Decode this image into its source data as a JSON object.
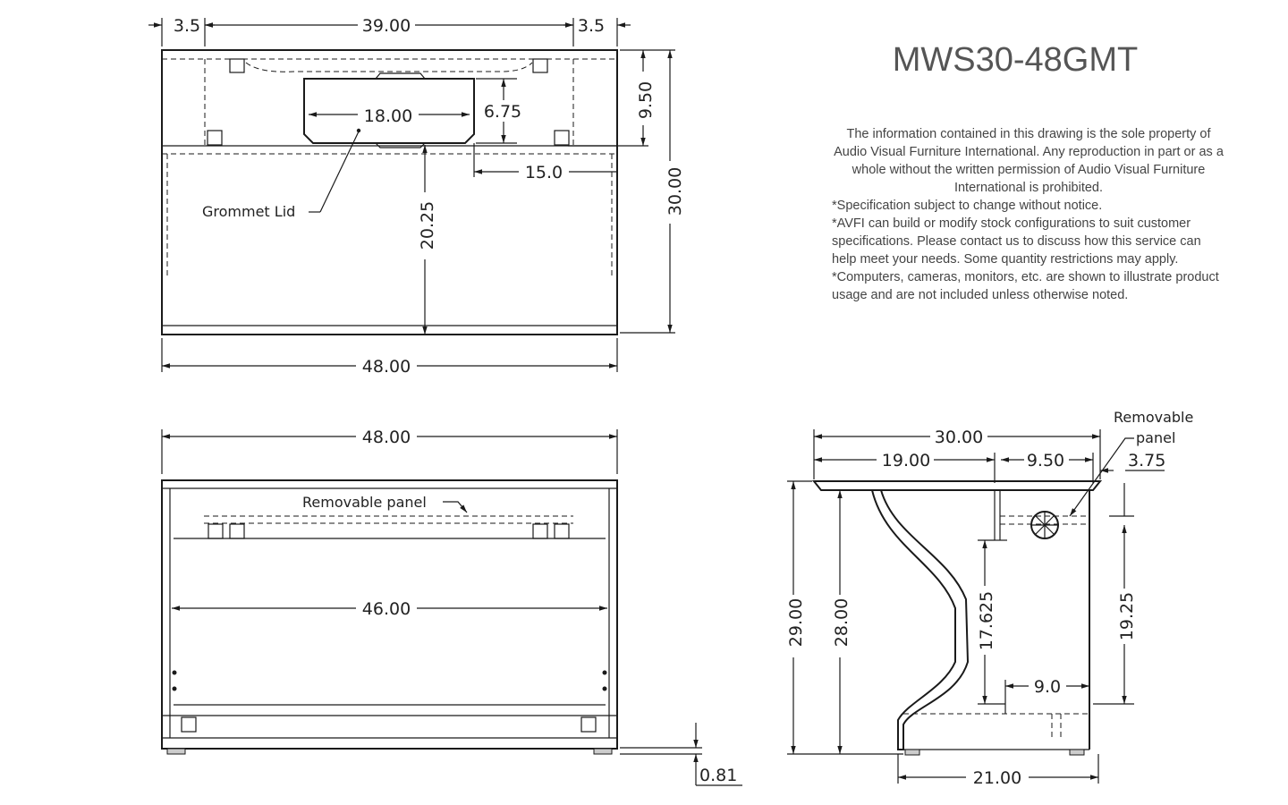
{
  "title": "MWS30-48GMT",
  "notes": {
    "property_notice": "The information contained in this drawing is the sole property of Audio Visual Furniture International. Any reproduction in part or as a whole without the written permission of Audio Visual Furniture International is prohibited.",
    "lines": [
      "*Specification subject to change without notice.",
      "*AVFI can build or modify stock configurations to suit customer specifications. Please contact us to discuss how this service can help meet your needs. Some quantity restrictions may apply.",
      "*Computers, cameras, monitors, etc. are shown to illustrate product usage and are not included unless otherwise noted."
    ]
  },
  "top_view": {
    "dims": {
      "left_margin": "3.5",
      "inner_width": "39.00",
      "right_margin": "3.5",
      "depth_to_shelf": "9.50",
      "total_depth": "30.00",
      "grommet_width": "18.00",
      "grommet_depth": "6.75",
      "grommet_offset": "15.0",
      "grommet_from_front": "20.25",
      "total_width": "48.00"
    },
    "callouts": {
      "grommet_lid": "Grommet Lid"
    }
  },
  "front_view": {
    "dims": {
      "total_width": "48.00",
      "inner_width": "46.00",
      "leveler": "0.81"
    },
    "callouts": {
      "removable_panel": "Removable panel"
    }
  },
  "side_view": {
    "dims": {
      "total_depth": "30.00",
      "front_to_leg": "19.00",
      "rear_section": "9.50",
      "rear_offset": "3.75",
      "total_height": "29.00",
      "work_height": "28.00",
      "knee_height": "17.625",
      "rear_height": "19.25",
      "foot_depth": "9.0",
      "base_depth": "21.00"
    },
    "callouts": {
      "removable_panel_1": "Removable",
      "removable_panel_2": "panel"
    }
  }
}
